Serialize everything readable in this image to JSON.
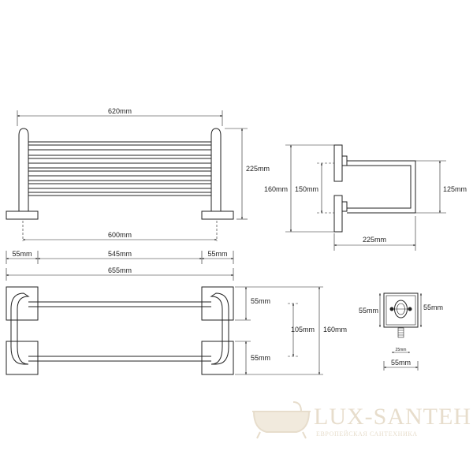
{
  "views": {
    "front": {
      "overall_width": "620mm",
      "height": "225mm",
      "inner_span": "600mm",
      "left_plate": "55mm",
      "middle_span": "545mm",
      "right_plate": "55mm",
      "total_width": "655mm"
    },
    "side": {
      "outer_height": "160mm",
      "fixing_distance": "150mm",
      "arm_height": "125mm",
      "depth": "225mm"
    },
    "top": {
      "plate_top": "55mm",
      "rail_spacing": "105mm",
      "plate_bottom": "55mm",
      "total_depth": "160mm"
    },
    "mount_detail": {
      "plate_height": "55mm",
      "plate_height_right": "55mm",
      "plate_width": "55mm",
      "screw_spacing": "25mm"
    }
  },
  "watermark": {
    "brand": "LUX-SANTEH",
    "tagline": "ЕВРОПЕЙСКАЯ САНТЕХНИКА"
  },
  "colors": {
    "line": "#222222",
    "watermark": "#e3d8c4"
  }
}
